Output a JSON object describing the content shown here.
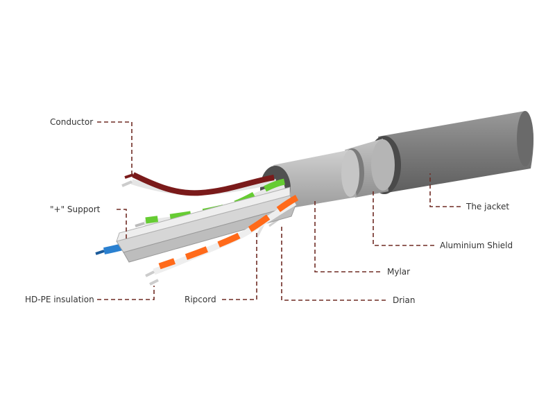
{
  "diagram": {
    "labels": {
      "conductor": "Conductor",
      "support": "\"+\" Support",
      "insulation": "HD-PE insulation",
      "ripcord": "Ripcord",
      "drain": "Drian",
      "mylar": "Mylar",
      "shield": "Aluminium Shield",
      "jacket": "The jacket"
    }
  },
  "colors": {
    "jacket": "#7c7c7c",
    "foil": "#aaaaaa",
    "pair_brown": "#7a1a1a",
    "pair_green": "#66cc33",
    "pair_orange": "#ff6a1a",
    "pair_blue": "#2a80d0",
    "leader": "#6e2a22"
  }
}
